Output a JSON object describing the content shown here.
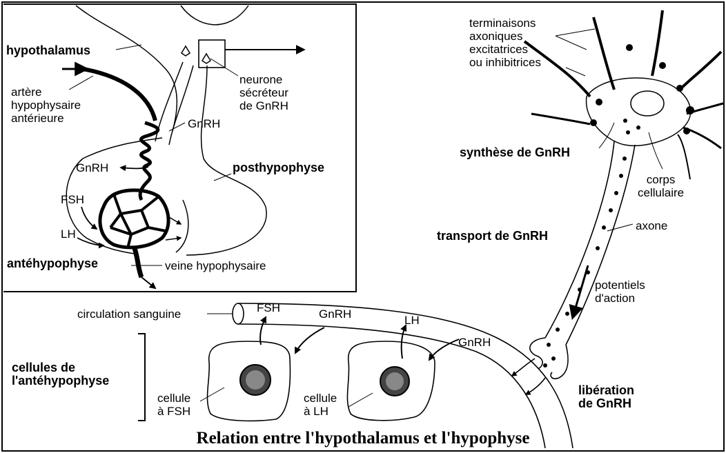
{
  "labels": {
    "hypothalamus": "hypothalamus",
    "artere": [
      "artère",
      "hypophysaire",
      "antérieure"
    ],
    "neurone": [
      "neurone",
      "sécréteur",
      "de GnRH"
    ],
    "gnrh_a": "GnRH",
    "gnrh_b": "GnRH",
    "posthypophyse": "posthypophyse",
    "fsh_a": "FSH",
    "lh_a": "LH",
    "antehypophyse": "antéhypophyse",
    "veine": "veine hypophysaire",
    "terminaisons": [
      "terminaisons",
      "axoniques",
      "excitatrices",
      "ou inhibitrices"
    ],
    "synthese": "synthèse de GnRH",
    "corps": [
      "corps",
      "cellulaire"
    ],
    "axone": "axone",
    "transport": "transport de GnRH",
    "potentiels": [
      "potentiels",
      "d'action"
    ],
    "liberation": [
      "libération",
      "de GnRH"
    ],
    "circulation": "circulation sanguine",
    "fsh_b": "FSH",
    "gnrh_c": "GnRH",
    "lh_b": "LH",
    "gnrh_d": "GnRH",
    "cellules_de": [
      "cellules de",
      "l'antéhypophyse"
    ],
    "cellule_fsh": [
      "cellule",
      "à FSH"
    ],
    "cellule_lh": [
      "cellule",
      "à LH"
    ]
  },
  "caption": "Relation entre l'hypothalamus et l'hypophyse"
}
